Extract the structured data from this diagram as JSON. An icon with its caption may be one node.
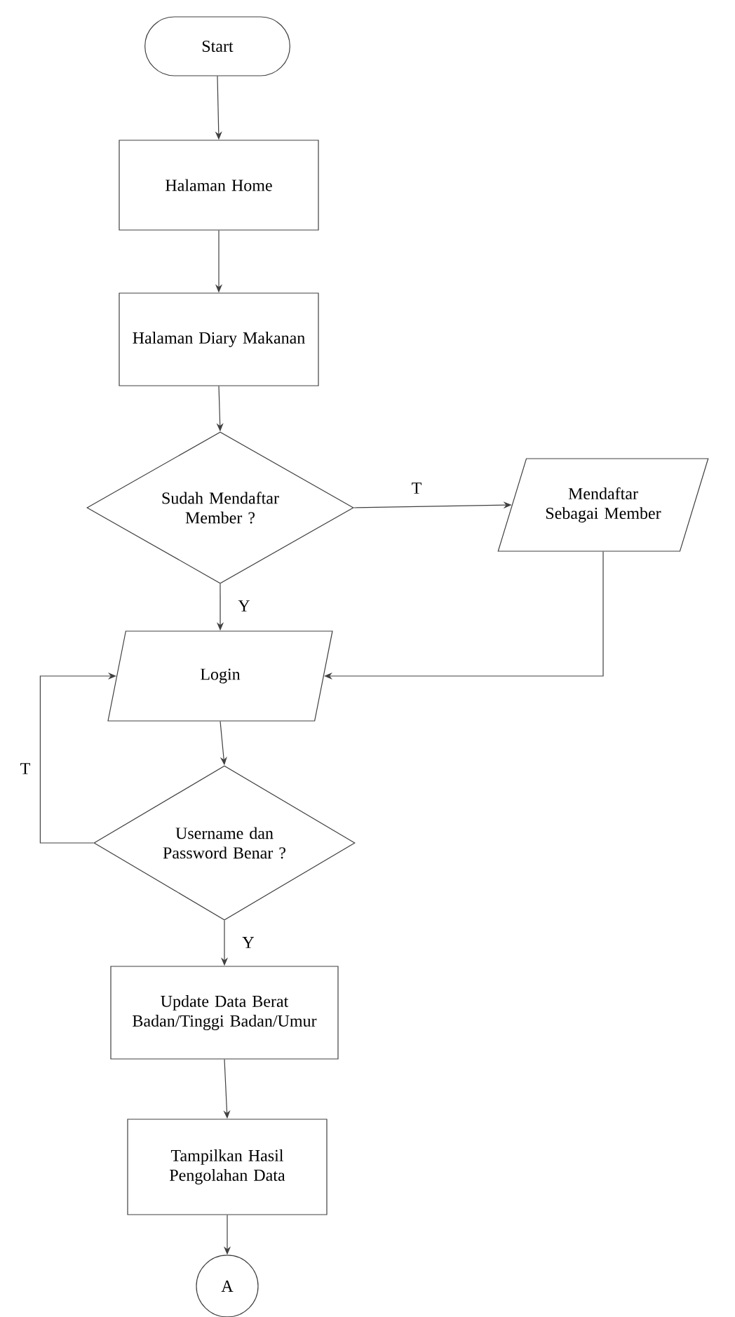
{
  "diagram": {
    "nodes": [
      {
        "text": [
          "Start"
        ]
      },
      {
        "text": [
          "Halaman Home"
        ]
      },
      {
        "text": [
          "Halaman Diary Makanan"
        ]
      },
      {
        "text": [
          "Sudah Mendaftar Member ?"
        ]
      },
      {
        "text": [
          "Mendaftar Sebagai Member"
        ]
      },
      {
        "text": [
          "Login"
        ]
      },
      {
        "text": [
          "Username dan Password Benar ?"
        ]
      },
      {
        "text": [
          "Update Data Berat Badan/Tinggi Badan/Umur"
        ]
      },
      {
        "text": [
          "Tampilkan Hasil Pengolahan Data"
        ]
      },
      {
        "text": [
          "A"
        ]
      }
    ],
    "edges": [
      {
        "from": 0,
        "to": 1,
        "arrow": "to"
      },
      {
        "from": 1,
        "to": 2,
        "arrow": "to"
      },
      {
        "from": 2,
        "to": 3,
        "arrow": "to"
      },
      {
        "from": 3,
        "to": 4,
        "arrow": "to",
        "label": "T"
      },
      {
        "from": 3,
        "to": 5,
        "arrow": "to",
        "label": "Y"
      },
      {
        "from": 4,
        "to": 5,
        "arrow": "to"
      },
      {
        "from": 5,
        "to": 6,
        "arrow": "to"
      },
      {
        "from": 6,
        "to": 5,
        "arrow": "to",
        "label": "T"
      },
      {
        "from": 6,
        "to": 7,
        "arrow": "to",
        "label": "Y"
      },
      {
        "from": 7,
        "to": 8,
        "arrow": "to"
      },
      {
        "from": 8,
        "to": 9,
        "arrow": "to"
      }
    ]
  }
}
